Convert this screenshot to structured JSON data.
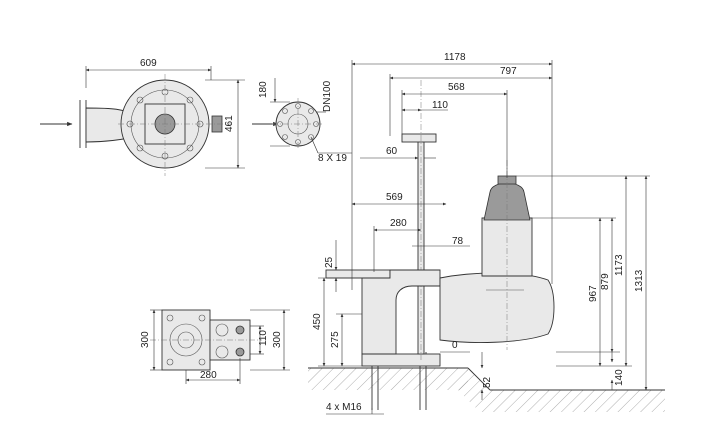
{
  "dimensions": {
    "top_width": "609",
    "top_height": "461",
    "flange_height": "180",
    "flange_dn": "DN100",
    "flange_holes": "8 X 19",
    "total_length": "1178",
    "length_797": "797",
    "length_568": "568",
    "length_110": "110",
    "length_60": "60",
    "length_569": "569",
    "length_280_upper": "280",
    "length_78": "78",
    "height_25": "25",
    "height_450": "450",
    "height_275": "275",
    "zero": "0",
    "height_52": "52",
    "height_140": "140",
    "height_967": "967",
    "height_879": "879",
    "height_1173": "1173",
    "height_1313": "1313",
    "base_300_left": "300",
    "base_300_right": "300",
    "base_110": "110",
    "base_280": "280",
    "anchor_bolts": "4 x M16"
  }
}
